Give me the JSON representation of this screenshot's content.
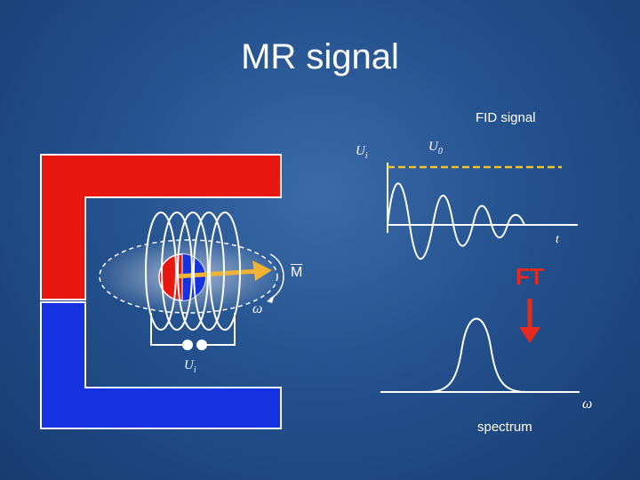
{
  "slide": {
    "title": "MR signal"
  },
  "labels": {
    "fid_signal": "FID signal",
    "u_i_top": "U",
    "u_i_top_sub": "i",
    "u_0": "U",
    "u_0_sub": "0",
    "t_axis": "t",
    "magnetization": "M",
    "omega_rotation": "ω",
    "u_i_coil": "U",
    "u_i_coil_sub": "i",
    "ft": "FT",
    "omega_axis": "ω",
    "spectrum": "spectrum"
  },
  "colors": {
    "background": "#24528f",
    "magnet_north": "#e8170f",
    "magnet_south": "#1532e0",
    "signal_line": "#ffffff",
    "u0_dashed": "#f2c12e",
    "magnetization_arrow": "#f2b233",
    "ft_arrow": "#e8291c"
  }
}
